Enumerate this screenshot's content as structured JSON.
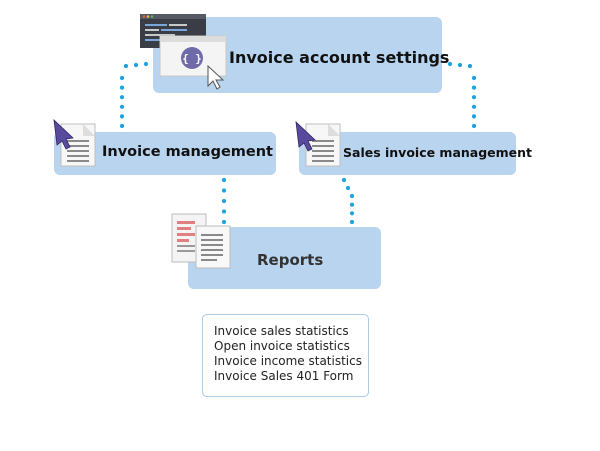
{
  "nodes": {
    "settings": {
      "label": "Invoice account settings",
      "icon": "browser-settings-icon"
    },
    "invoice_management": {
      "label": "Invoice management",
      "icon": "document-icon"
    },
    "sales_invoice_management": {
      "label": "Sales invoice management",
      "icon": "document-icon"
    },
    "reports": {
      "label": "Reports",
      "icon": "report-documents-icon"
    }
  },
  "report_items": [
    "Invoice sales statistics",
    "Open invoice statistics",
    "Invoice income statistics",
    "Invoice Sales 401 Form"
  ],
  "colors": {
    "box_fill": "#b8d4ee",
    "connector_dots": "#1ba3e0",
    "list_border": "#a9cbe6",
    "cursor_arrow": "#5a4a9e"
  }
}
